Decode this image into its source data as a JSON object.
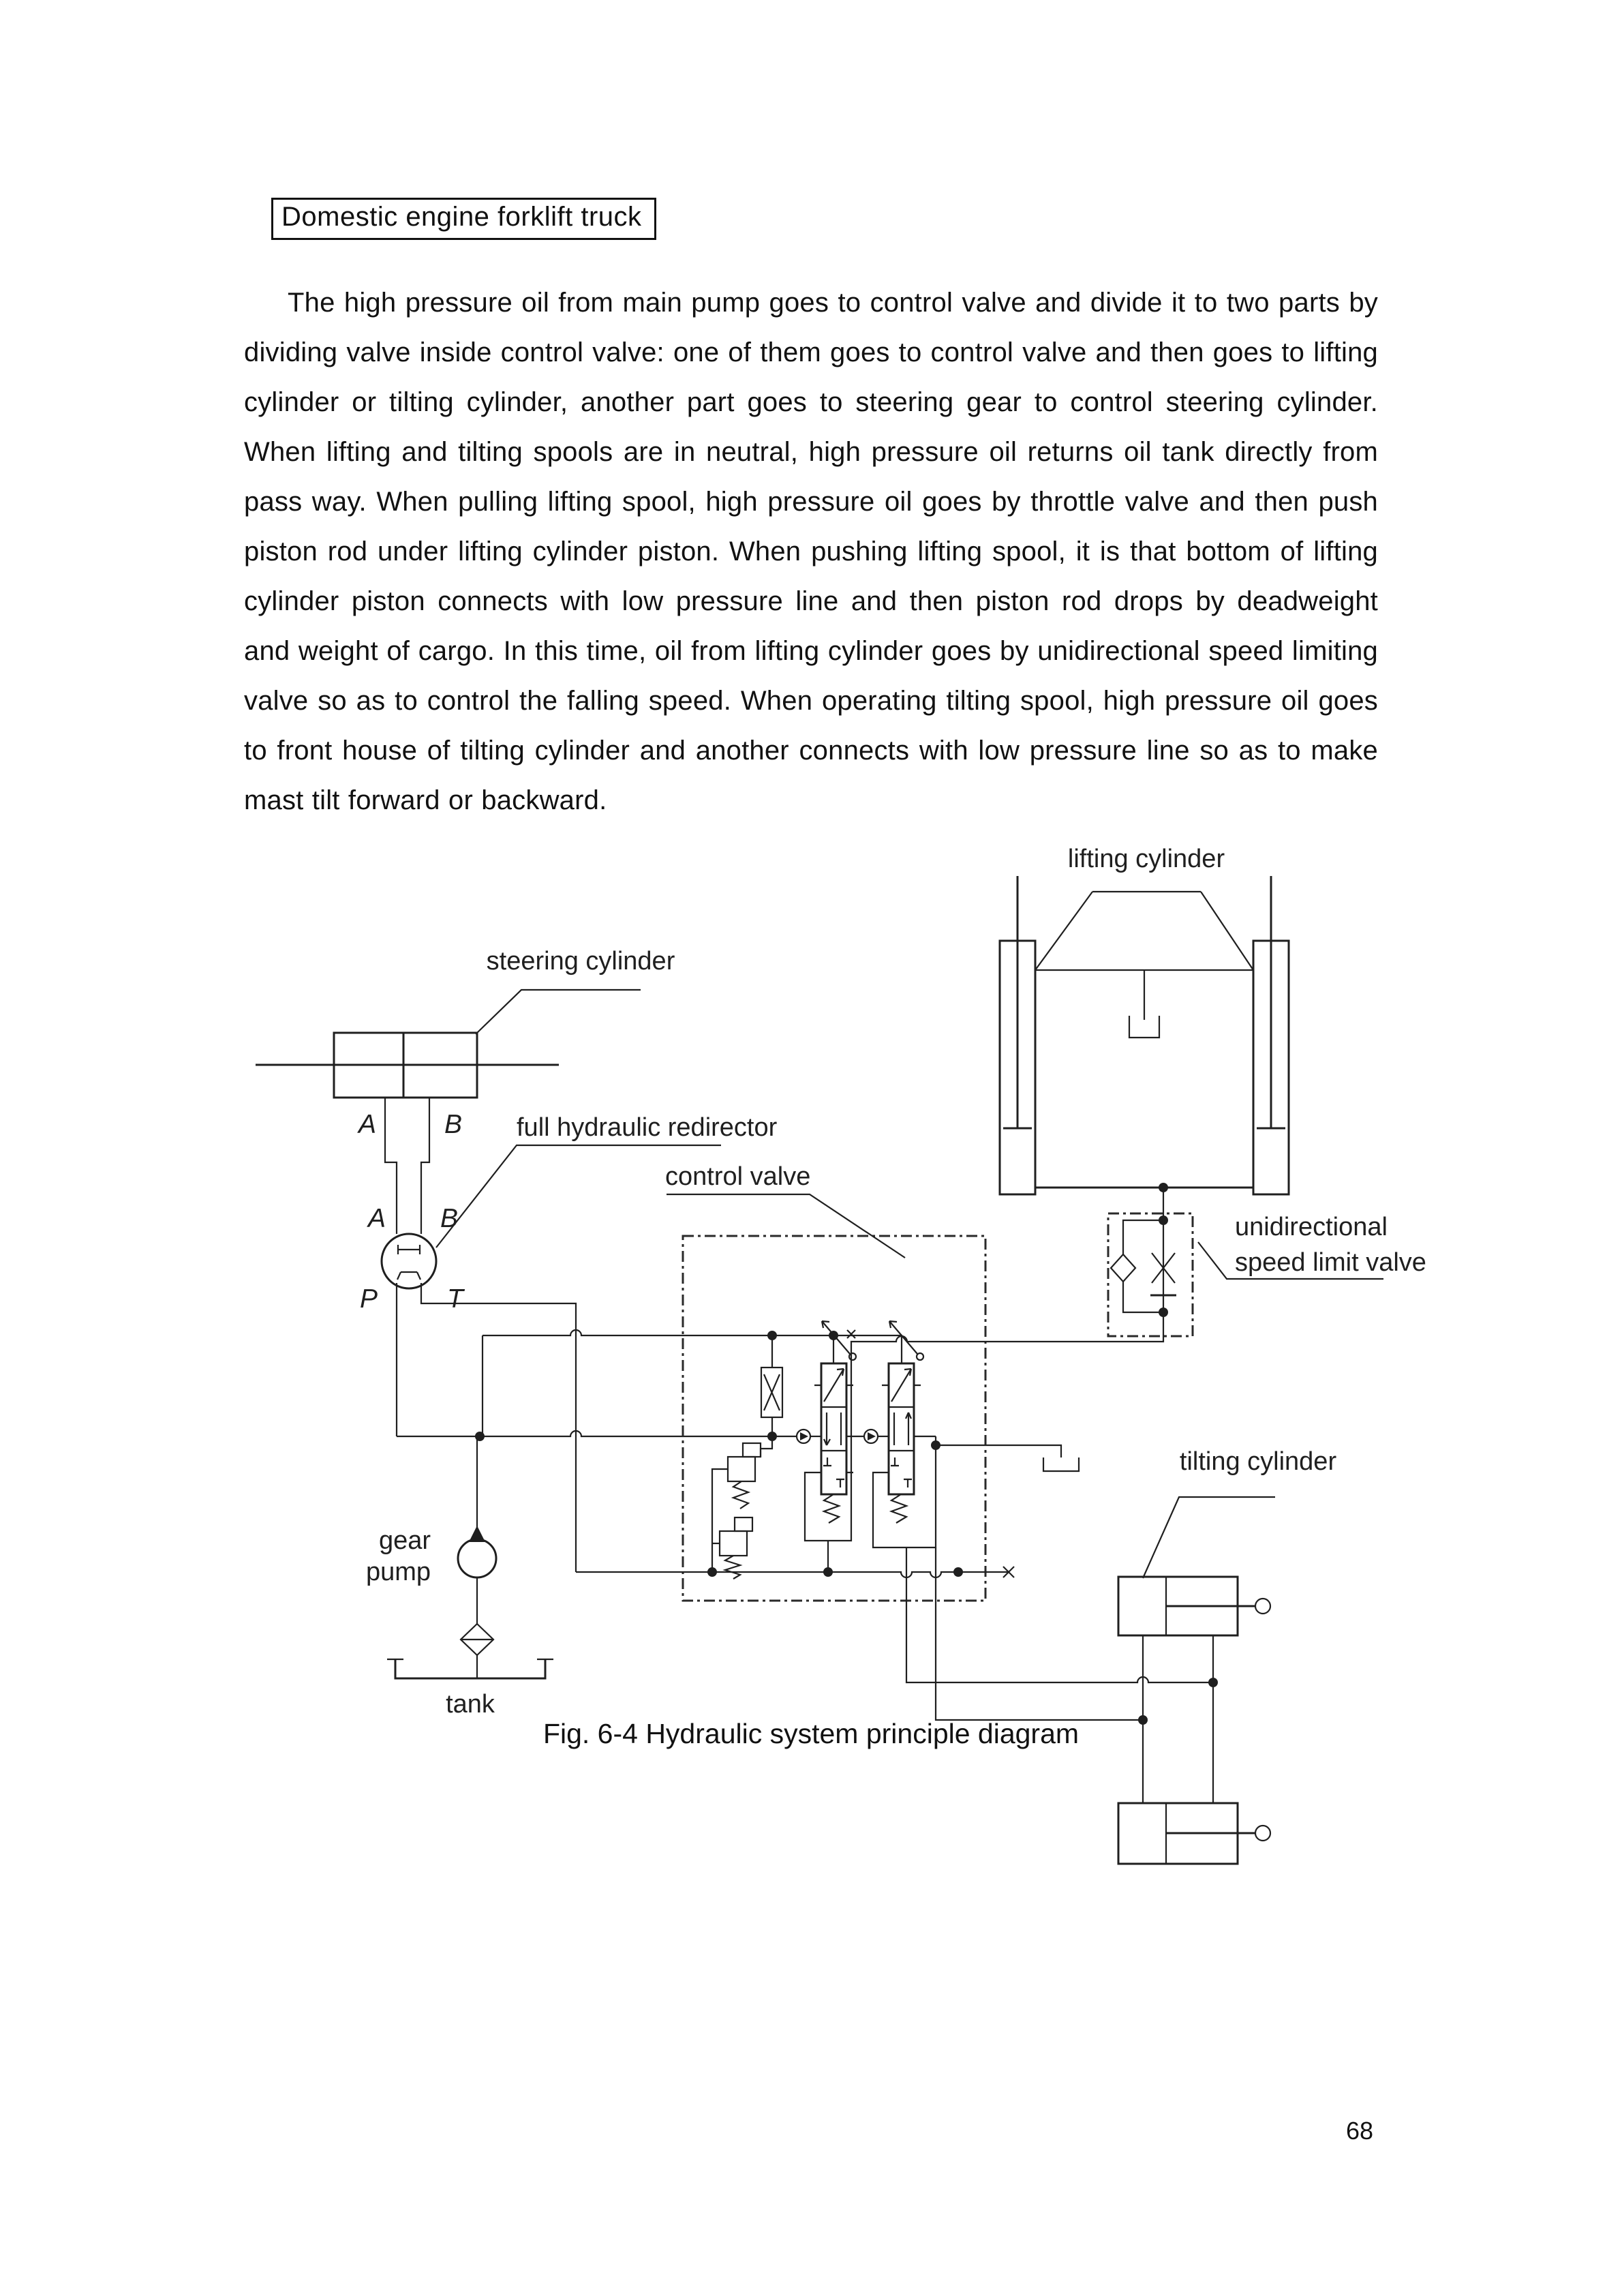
{
  "title_box": {
    "label": "Domestic engine forklift truck"
  },
  "paragraph": {
    "text": "The high pressure oil from main pump goes to control valve and divide it to two parts by dividing valve inside control valve: one of them goes to control valve and then goes to lifting cylinder or tilting cylinder, another part goes to steering gear to control steering cylinder. When lifting and tilting spools are in neutral, high pressure oil returns oil tank directly from pass way. When pulling lifting spool, high pressure oil goes by throttle valve and then push piston rod under lifting cylinder piston. When pushing lifting spool, it is that bottom of lifting cylinder piston connects with low pressure line and then piston rod drops by deadweight and weight of cargo. In this time, oil from lifting cylinder goes by unidirectional speed limiting valve so as to control the falling speed. When operating tilting spool, high pressure oil goes to front house of tilting cylinder and another connects with low pressure line so as to make mast tilt forward or backward."
  },
  "figure": {
    "caption": "Fig. 6-4 Hydraulic system principle diagram",
    "labels": {
      "steering_cylinder": "steering cylinder",
      "lifting_cylinder": "lifting cylinder",
      "full_hydraulic_redirector": "full hydraulic redirector",
      "control_valve": "control valve",
      "speed_limit_line1": "unidirectional",
      "speed_limit_line2": "speed limit valve",
      "tilting_cylinder": "tilting cylinder",
      "gear_pump_line1": "gear",
      "gear_pump_line2": "pump",
      "tank": "tank"
    },
    "ports": {
      "steering_a": "A",
      "steering_b": "B",
      "redirector_a": "A",
      "redirector_b": "B",
      "redirector_p": "P",
      "redirector_t": "T"
    }
  },
  "page_number": "68",
  "colors": {
    "ink": "#1f1f1f",
    "background": "#ffffff"
  }
}
